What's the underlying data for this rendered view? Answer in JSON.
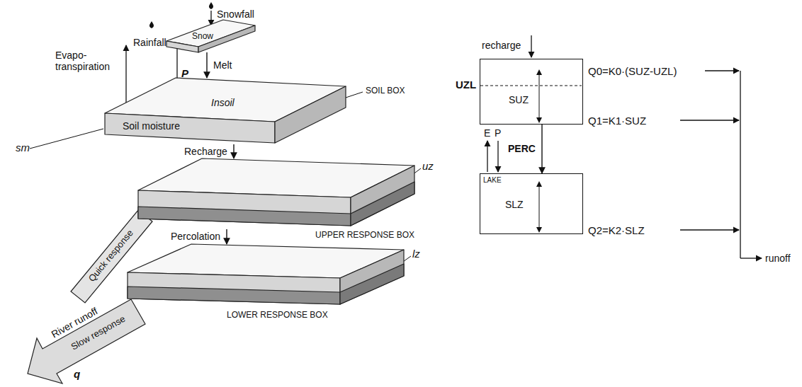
{
  "diagram": {
    "nodes": [
      {
        "text": [
          "Snow"
        ]
      },
      {
        "text": [
          "SOIL BOX",
          "Insoil",
          "Soil moisture"
        ]
      },
      {
        "text": [
          "UPPER RESPONSE BOX"
        ]
      },
      {
        "text": [
          "LOWER RESPONSE BOX"
        ]
      },
      {
        "text": [
          "SUZ"
        ]
      },
      {
        "text": [
          "LAKE",
          "SLZ"
        ]
      }
    ],
    "edges": [
      {
        "from": 0,
        "to": 1,
        "label": "Melt",
        "arrow": "to"
      },
      {
        "from": 1,
        "to": 2,
        "label": "Recharge",
        "arrow": "to"
      },
      {
        "from": 2,
        "to": 3,
        "label": "Percolation",
        "arrow": "to"
      },
      {
        "from": 4,
        "to": 5,
        "label": "PERC",
        "arrow": "to"
      }
    ],
    "labels": [
      "Snowfall",
      "Rainfall",
      "P",
      "Evapo- transpiration",
      "sm",
      "uz",
      "lz",
      "Quick response",
      "River runoff",
      "q",
      "Slow response",
      "recharge",
      "UZL",
      "Q0=K0·(SUZ-UZL)",
      "Q1=K1·SUZ",
      "E",
      "P",
      "Q2=K2·SLZ",
      "runoff"
    ]
  }
}
